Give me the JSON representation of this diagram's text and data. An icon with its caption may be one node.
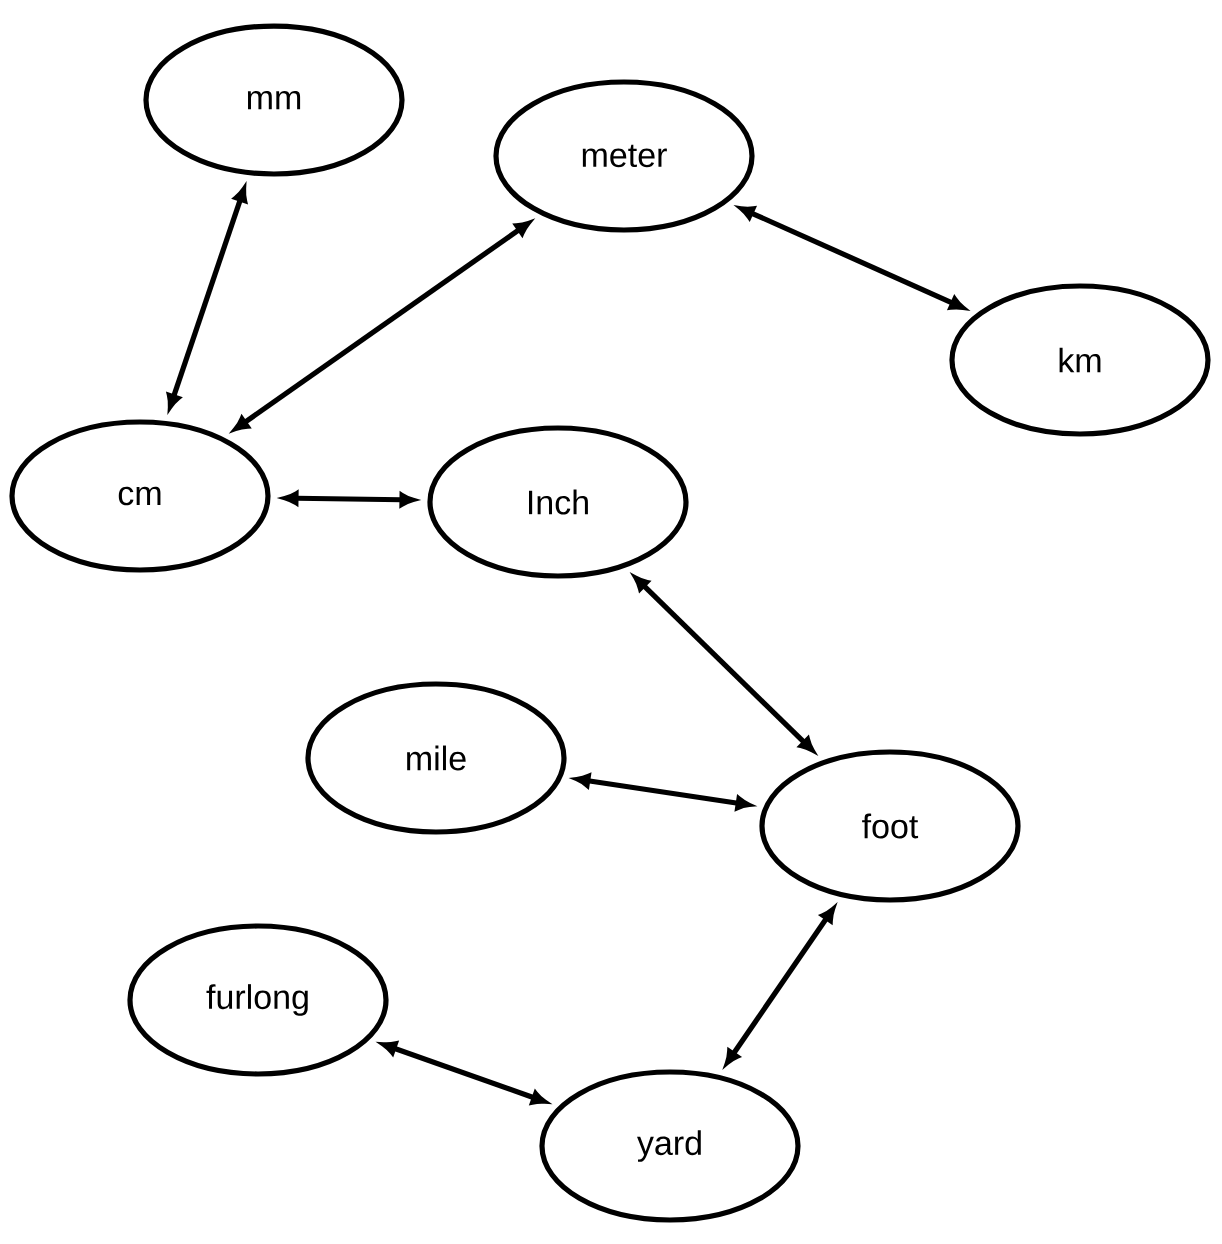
{
  "diagram": {
    "nodes": [
      {
        "text": [
          "mm"
        ]
      },
      {
        "text": [
          "meter"
        ]
      },
      {
        "text": [
          "km"
        ]
      },
      {
        "text": [
          "cm"
        ]
      },
      {
        "text": [
          "Inch"
        ]
      },
      {
        "text": [
          "mile"
        ]
      },
      {
        "text": [
          "foot"
        ]
      },
      {
        "text": [
          "furlong"
        ]
      },
      {
        "text": [
          "yard"
        ]
      }
    ],
    "edges": [
      {
        "from": 0,
        "to": 3,
        "arrow": "both"
      },
      {
        "from": 1,
        "to": 3,
        "arrow": "both"
      },
      {
        "from": 1,
        "to": 2,
        "arrow": "both"
      },
      {
        "from": 3,
        "to": 4,
        "arrow": "both"
      },
      {
        "from": 4,
        "to": 6,
        "arrow": "both"
      },
      {
        "from": 5,
        "to": 6,
        "arrow": "both"
      },
      {
        "from": 6,
        "to": 8,
        "arrow": "both"
      },
      {
        "from": 7,
        "to": 8,
        "arrow": "both"
      }
    ]
  }
}
